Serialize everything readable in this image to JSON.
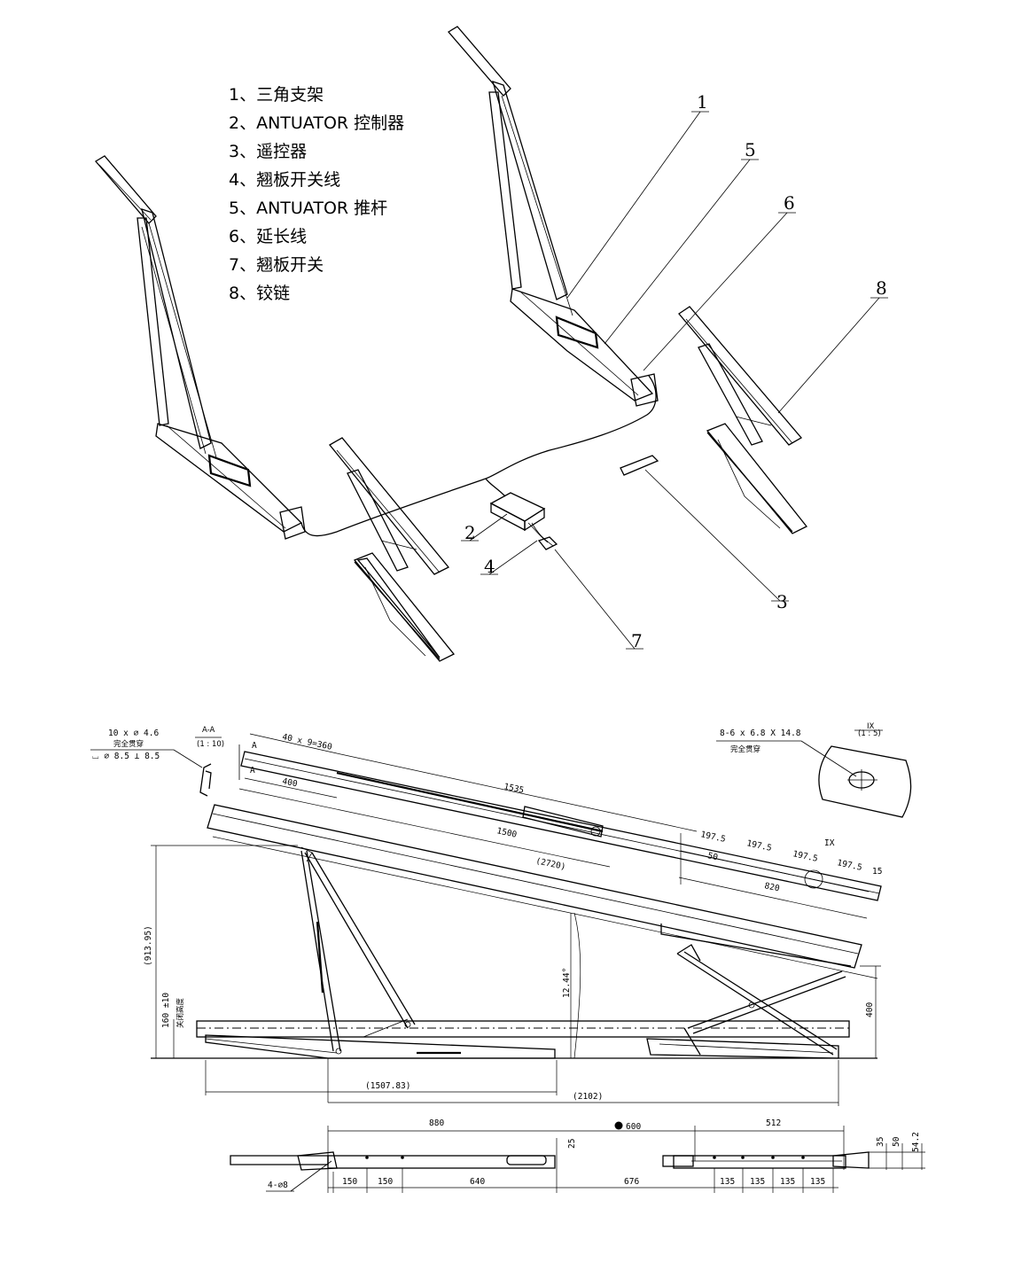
{
  "legend": [
    "1、三角支架",
    "2、ANTUATOR 控制器",
    "3、遥控器",
    "4、翘板开关线",
    "5、ANTUATOR 推杆",
    "6、延长线",
    "7、翘板开关",
    "8、铰链"
  ],
  "callouts": {
    "c1": "1",
    "c2": "2",
    "c3": "3",
    "c4": "4",
    "c5": "5",
    "c6": "6",
    "c7": "7",
    "c8": "8"
  },
  "notes": {
    "holes_line1": "10 x ⌀ 4.6",
    "holes_line2": "完全贯穿",
    "holes_line3": "⌴ ⌀ 8.5 ⟂ 8.5",
    "section_aa": "A-A",
    "section_aa_scale": "(1 : 10)",
    "slot_spec": "8-6 x 6.8 X 14.8",
    "slot_through": "完全贯穿",
    "detail_ix": "IX",
    "detail_scale": "(1 : 5)",
    "marker_a": "A",
    "closed_height": "关闭高度"
  },
  "dims": {
    "d_40x9": "40 x 9=360",
    "d_400a": "400",
    "d_1535": "1535",
    "d_1500": "1500",
    "d_2720": "(2720)",
    "d_197a": "197.5",
    "d_197b": "197.5",
    "d_197c": "197.5",
    "d_197d": "197.5",
    "d_15": "15",
    "d_50a": "50",
    "d_820": "820",
    "d_ix_mark": "IX",
    "d_913": "(913.95)",
    "d_160": "160 ±10",
    "d_angle": "12.44°",
    "d_400b": "400",
    "d_1507": "(1507.83)",
    "d_2102": "(2102)",
    "d_880": "880",
    "d_600": "600",
    "d_512": "512",
    "d_25": "25",
    "d_35": "35",
    "d_50b": "50",
    "d_54": "54.2",
    "d_150a": "150",
    "d_150b": "150",
    "d_640": "640",
    "d_676": "676",
    "d_135a": "135",
    "d_135b": "135",
    "d_135c": "135",
    "d_135d": "135",
    "d_hole": "4-⌀8"
  }
}
